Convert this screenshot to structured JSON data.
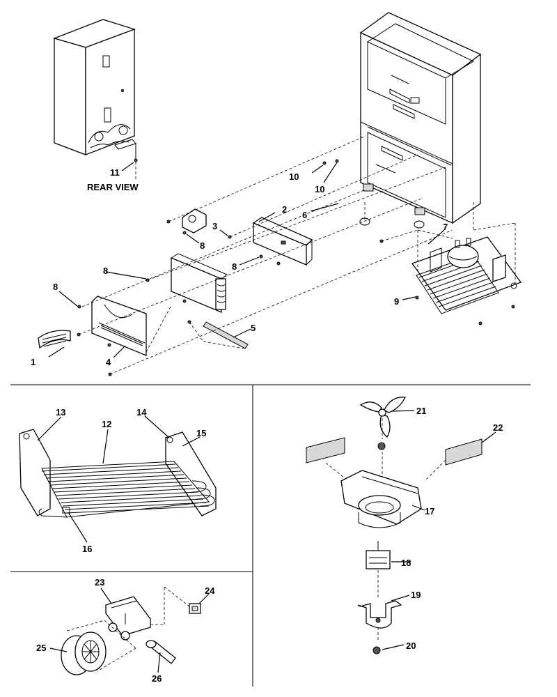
{
  "caption": "REAR VIEW",
  "callouts": {
    "n1": "1",
    "n2": "2",
    "n3": "3",
    "n4": "4",
    "n5": "5",
    "n6": "6",
    "n7": "7",
    "n8": "8",
    "n9": "9",
    "n10": "10",
    "n11": "11",
    "n12": "12",
    "n13": "13",
    "n14": "14",
    "n15": "15",
    "n16": "16",
    "n17": "17",
    "n18": "18",
    "n19": "19",
    "n20": "20",
    "n21": "21",
    "n22": "22",
    "n23": "23",
    "n24": "24",
    "n25": "25",
    "n26": "26"
  }
}
